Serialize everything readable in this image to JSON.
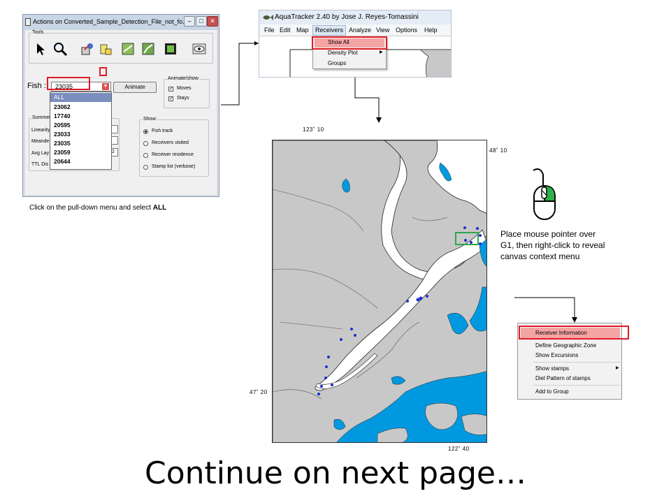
{
  "dialog": {
    "title": "Actions on Converted_Sample_Detection_File_not_fo...",
    "groups": {
      "tools": "Tools",
      "animate_show": "Animate/show",
      "summary": "Summer",
      "show": "Show:"
    },
    "fish_label": "Fish :",
    "fish_value": "23035",
    "animate_button": "Animate",
    "animate_options": [
      {
        "label": "Moves",
        "checked": true
      },
      {
        "label": "Stays",
        "checked": true
      }
    ],
    "dropdown_items": [
      "ALL",
      "23062",
      "17740",
      "20595",
      "23033",
      "23035",
      "23059",
      "20644"
    ],
    "dropdown_selected": "ALL",
    "summary_labels": [
      "Linearity",
      "Meande",
      "Avg Lay",
      "TTL Dis"
    ],
    "summary_value_partial": "2",
    "show_options": [
      {
        "label": "Fish track",
        "selected": true
      },
      {
        "label": "Receivers visited",
        "selected": false
      },
      {
        "label": "Receiver residence",
        "selected": false
      },
      {
        "label": "Stamp list (verbose)",
        "selected": false
      }
    ],
    "caption_prefix": "Click on the pull-down menu and select ",
    "caption_bold": "ALL"
  },
  "aquatracker": {
    "title": "AquaTracker 2.40 by Jose J. Reyes-Tomassini",
    "menu": [
      "File",
      "Edit",
      "Map",
      "Receivers",
      "Analyze",
      "View",
      "Options",
      "Help"
    ],
    "active_menu": "Receivers",
    "receivers_menu": [
      {
        "label": "Show All",
        "highlighted": true,
        "submenu": false
      },
      {
        "label": "Density Plot",
        "highlighted": false,
        "submenu": true
      },
      {
        "label": "Groups",
        "highlighted": false,
        "submenu": false
      }
    ]
  },
  "map": {
    "coords": {
      "top": "123˚ 10",
      "right": "48˚ 10",
      "left": "47˚ 20",
      "bottom": "122˚ 40"
    },
    "colors": {
      "land": "#c8c8c8",
      "water": "#ffffff",
      "blue_water": "#0099e0",
      "receiver": "#1a2fd0",
      "group_box": "#2aa84a"
    }
  },
  "instruction": "Place mouse pointer over G1, then right-click to reveal canvas context menu",
  "context_menu": {
    "items": [
      {
        "label": "Receiver Information",
        "highlighted": true,
        "submenu": false
      },
      {
        "label": "Define Geographic Zone",
        "highlighted": false,
        "submenu": false
      },
      {
        "label": "Show Excursions",
        "highlighted": false,
        "submenu": false
      },
      {
        "label": "Show stamps",
        "highlighted": false,
        "submenu": true
      },
      {
        "label": "Diel Pattern of stamps",
        "highlighted": false,
        "submenu": false
      },
      {
        "label": "Add to Group",
        "highlighted": false,
        "submenu": false
      }
    ]
  },
  "footer": "Continue on next page…",
  "colors": {
    "highlight_red": "#e01b24",
    "menu_highlight": "#f5a4a4"
  }
}
